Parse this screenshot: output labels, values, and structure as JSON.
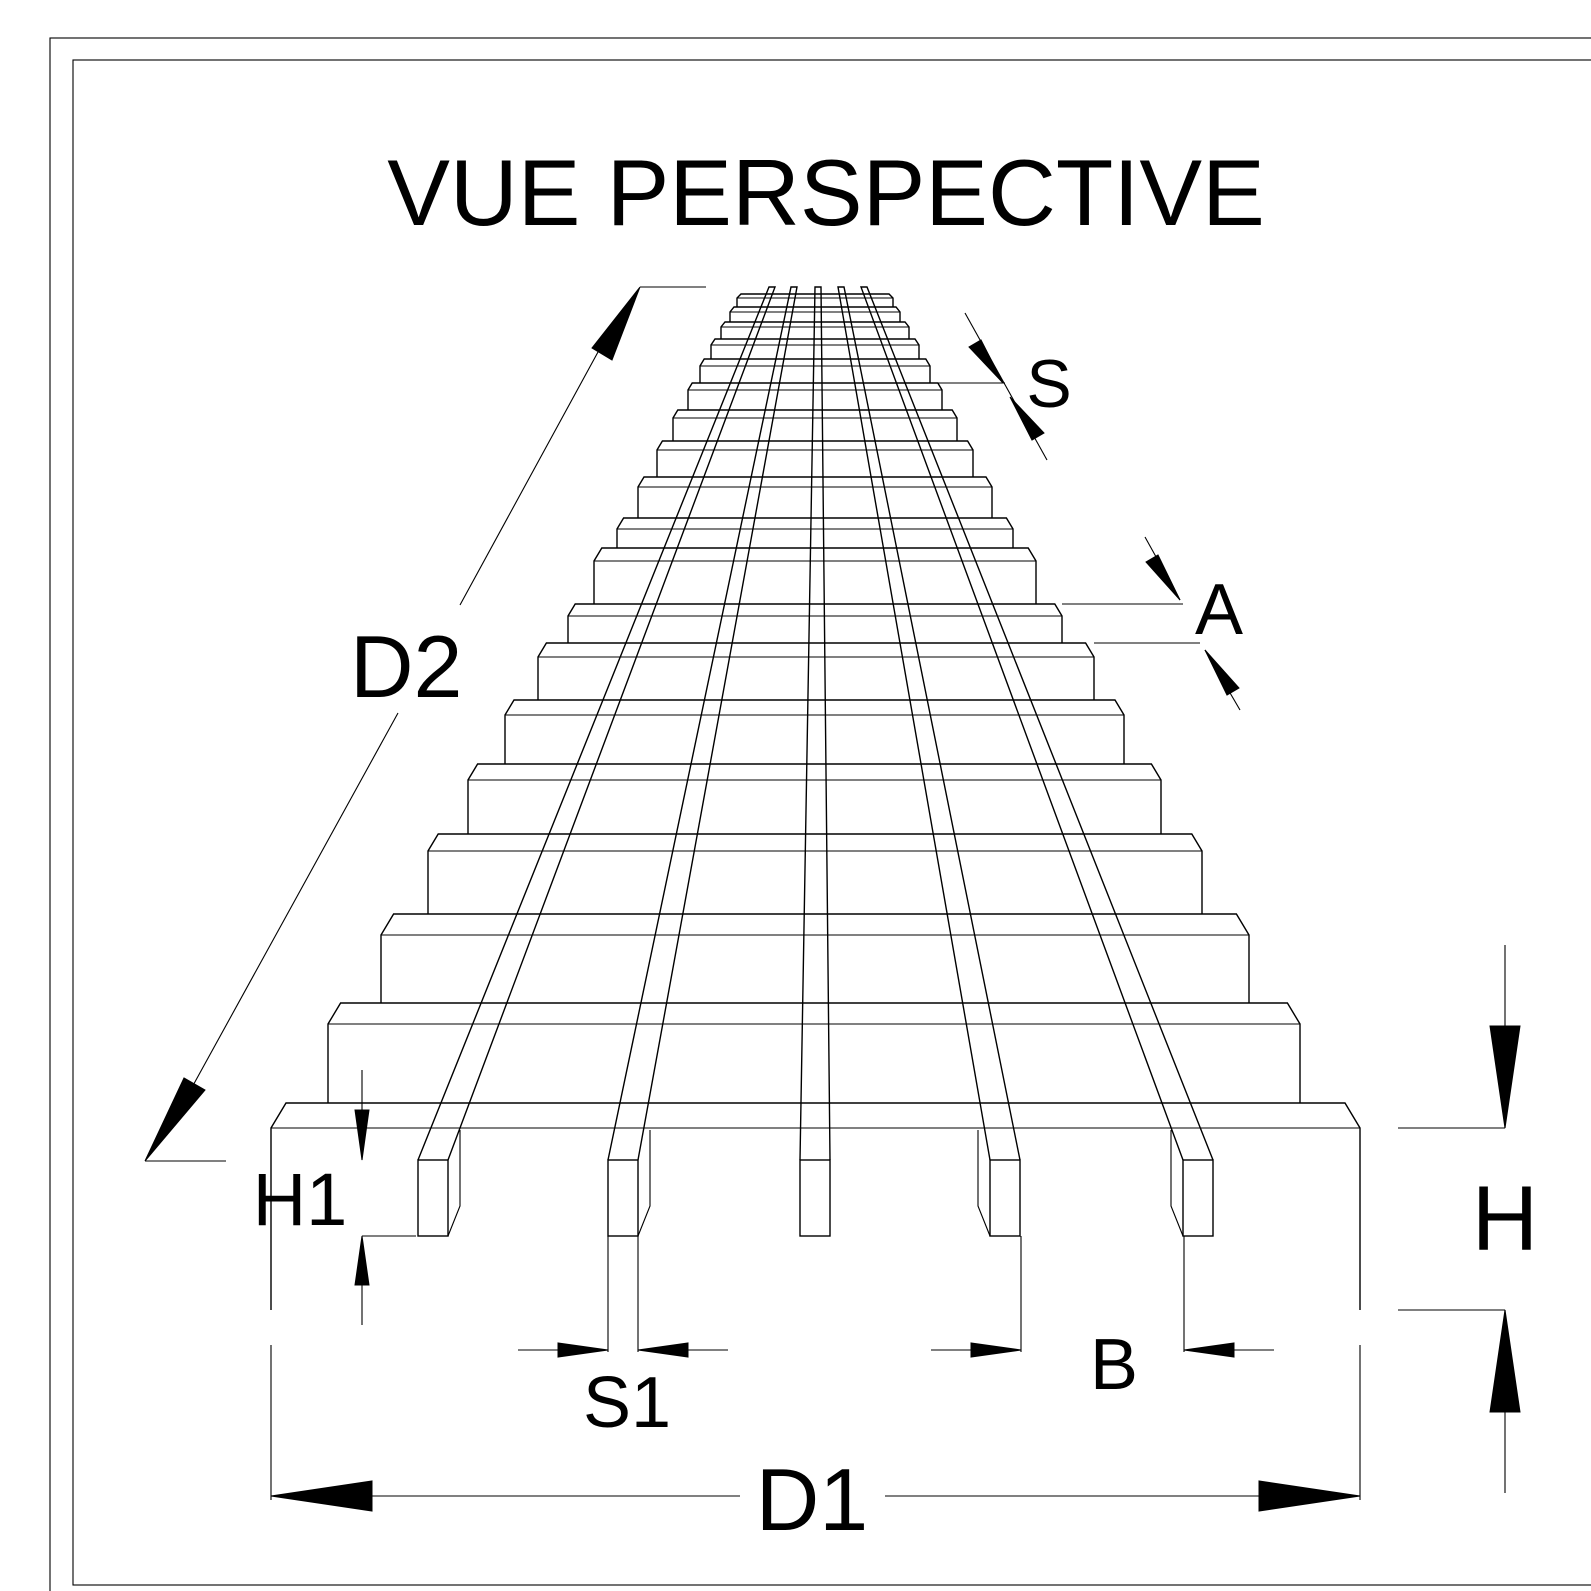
{
  "title": "VUE PERSPECTIVE",
  "labels": {
    "d1": "D1",
    "d2": "D2",
    "h": "H",
    "h1": "H1",
    "s": "S",
    "s1": "S1",
    "a": "A",
    "b": "B"
  }
}
